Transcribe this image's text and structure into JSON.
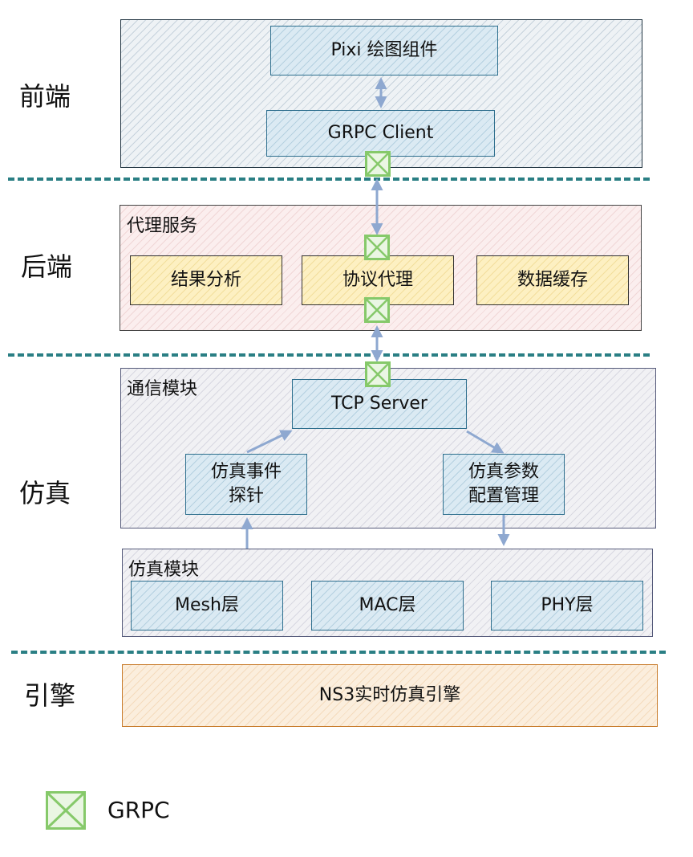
{
  "layers": {
    "frontend": "前端",
    "backend": "后端",
    "simulation": "仿真",
    "engine": "引擎"
  },
  "frontend": {
    "pixi": "Pixi 绘图组件",
    "grpc_client": "GRPC Client"
  },
  "backend": {
    "title": "代理服务",
    "result_analysis": "结果分析",
    "protocol_proxy": "协议代理",
    "data_cache": "数据缓存"
  },
  "comm": {
    "title": "通信模块",
    "tcp_server": "TCP Server",
    "probe_line1": "仿真事件",
    "probe_line2": "探针",
    "config_line1": "仿真参数",
    "config_line2": "配置管理"
  },
  "sim_module": {
    "title": "仿真模块",
    "mesh": "Mesh层",
    "mac": "MAC层",
    "phy": "PHY层"
  },
  "engine": {
    "ns3": "NS3实时仿真引擎"
  },
  "legend": {
    "grpc": "GRPC"
  },
  "colors": {
    "grpc_marker": "#86c96a",
    "arrow": "#8ea8d0",
    "separator": "#2a7f84"
  }
}
